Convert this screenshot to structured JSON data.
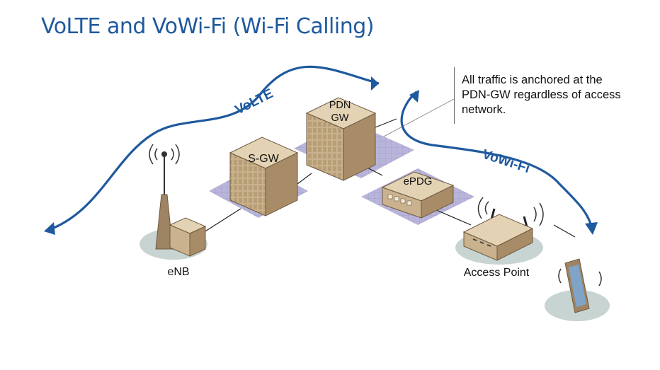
{
  "title": "VoLTE and VoWi-Fi (Wi-Fi Calling)",
  "note": "All traffic is anchored at the PDN-GW regardless of access network.",
  "paths": {
    "volte_label": "VoLTE",
    "vowifi_label": "VoWi-Fi"
  },
  "nodes": {
    "pdn_gw_line1": "PDN",
    "pdn_gw_line2": "GW",
    "s_gw": "S-GW",
    "epdg": "ePDG",
    "enb": "eNB",
    "access_point": "Access Point"
  },
  "colors": {
    "title": "#1f5a9e",
    "arrow": "#1f5a9e",
    "box_face": "#c9b28d",
    "box_side": "#9e8463",
    "box_top": "#e3d3b4",
    "platform": "#b7b2d8",
    "ground": "#c8d4d2"
  }
}
